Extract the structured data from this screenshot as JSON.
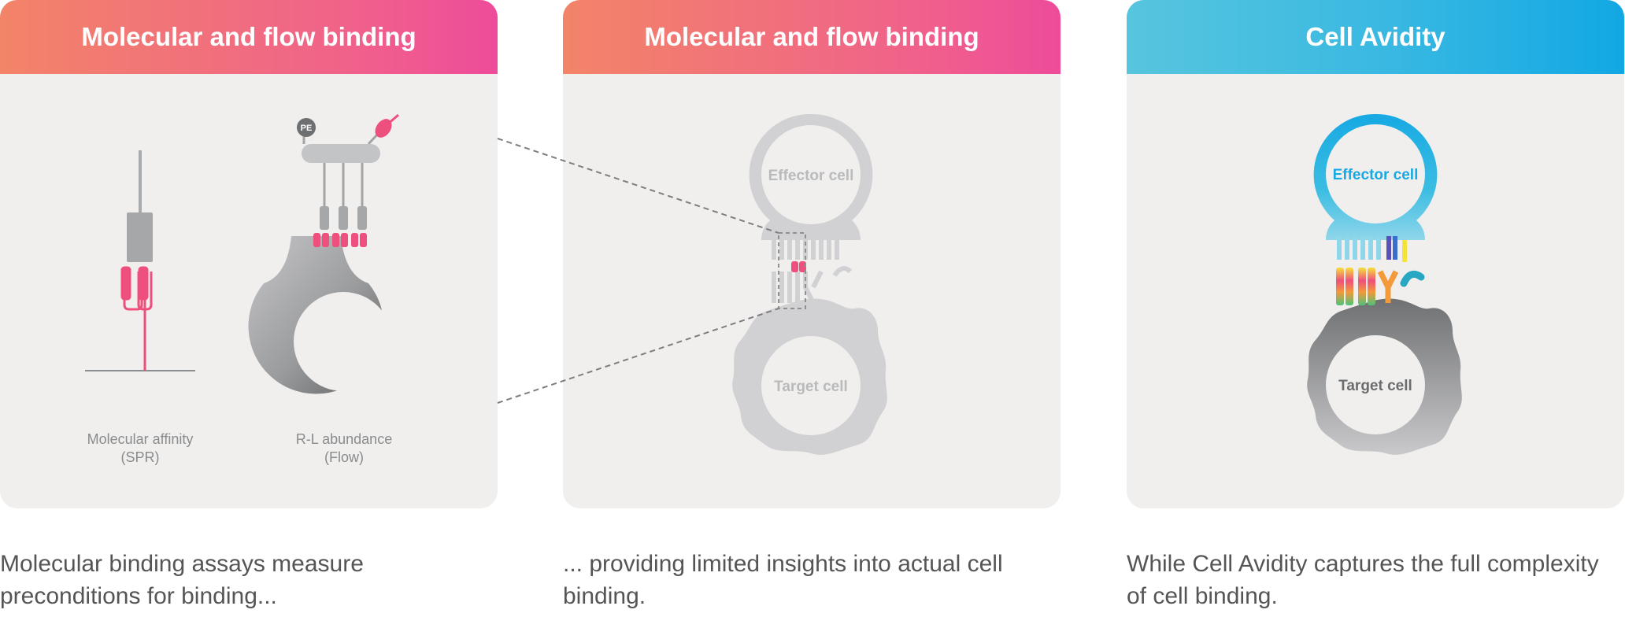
{
  "panels": [
    {
      "header": "Molecular and flow binding",
      "labels": {
        "spr_line1": "Molecular affinity",
        "spr_line2": "(SPR)",
        "flow_line1": "R-L abundance",
        "flow_line2": "(Flow)",
        "pe": "PE"
      }
    },
    {
      "header": "Molecular and flow binding",
      "labels": {
        "effector": "Effector cell",
        "target": "Target cell"
      }
    },
    {
      "header": "Cell Avidity",
      "labels": {
        "effector": "Effector cell",
        "target": "Target cell"
      }
    }
  ],
  "captions": [
    {
      "line1": "Molecular binding assays measure",
      "line2": "preconditions for binding..."
    },
    {
      "line1": "... providing limited insights into actual cell",
      "line2": "binding."
    },
    {
      "line1": "While Cell Avidity captures the full complexity",
      "line2": "of cell binding."
    }
  ],
  "colors": {
    "pink_gradient_start": "#f28468",
    "pink_gradient_end": "#ee4c9a",
    "blue_gradient_start": "#57c5de",
    "blue_gradient_end": "#12a8e3",
    "panel_bg": "#f0efee",
    "receptor_pink": "#ef4f7c",
    "effector_blue": "#19aee4",
    "cell_grey": "#8a8b8d"
  }
}
